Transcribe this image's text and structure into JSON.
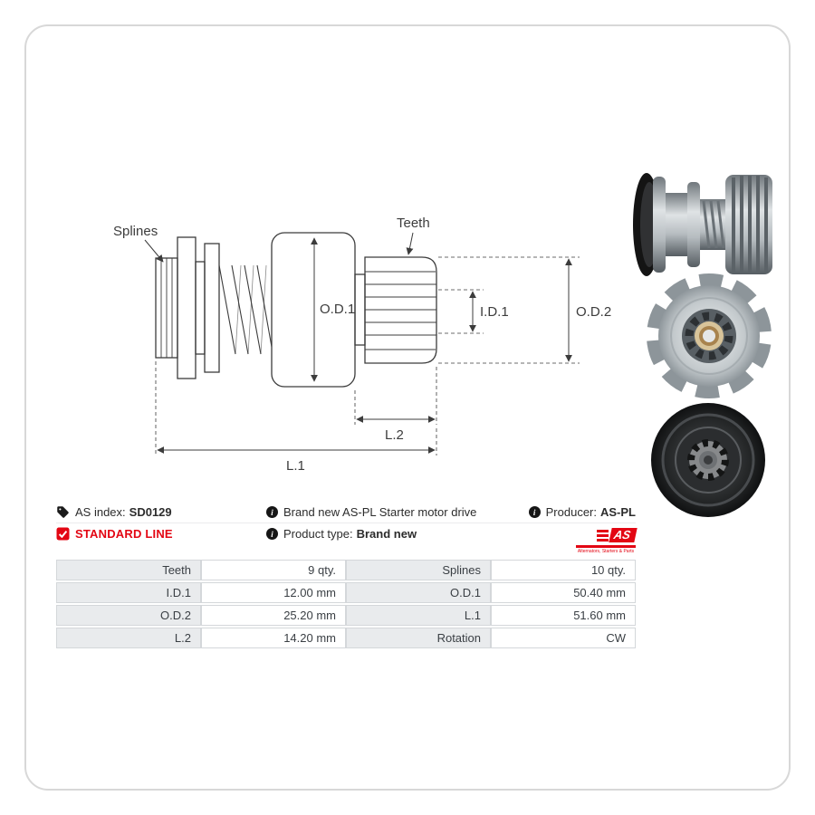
{
  "diagram": {
    "labels": {
      "splines": "Splines",
      "teeth": "Teeth",
      "od1": "O.D.1",
      "id1": "I.D.1",
      "od2": "O.D.2",
      "l2": "L.2",
      "l1": "L.1"
    }
  },
  "info": {
    "as_index_label": "AS index:",
    "as_index_value": "SD0129",
    "standard_line_label": "STANDARD LINE",
    "brand_new_text": "Brand new AS-PL Starter motor drive",
    "product_type_label": "Product type:",
    "product_type_value": "Brand new",
    "producer_label": "Producer:",
    "producer_value": "AS-PL"
  },
  "logo": {
    "text": "AS",
    "subtext": "Alternators, Starters & Parts"
  },
  "icons": {
    "info_glyph": "i"
  },
  "table": {
    "rows": [
      [
        "Teeth",
        "9 qty.",
        "Splines",
        "10 qty."
      ],
      [
        "I.D.1",
        "12.00 mm",
        "O.D.1",
        "50.40 mm"
      ],
      [
        "O.D.2",
        "25.20 mm",
        "L.1",
        "51.60 mm"
      ],
      [
        "L.2",
        "14.20 mm",
        "Rotation",
        "CW"
      ]
    ]
  },
  "colors": {
    "accent_red": "#e30613",
    "table_label_bg": "#e9ebed",
    "line": "#3c3c3c",
    "border": "#d8d8d8"
  }
}
